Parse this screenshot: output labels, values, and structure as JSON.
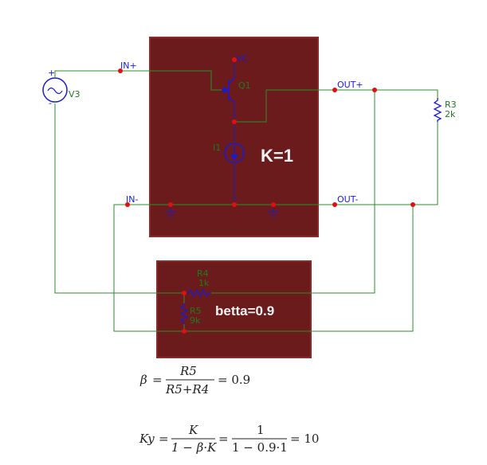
{
  "schematic": {
    "source_name": "V3",
    "source_plus": "+",
    "source_minus": "-",
    "net_in_plus": "IN+",
    "net_in_minus": "IN-",
    "net_out_plus": "OUT+",
    "net_out_minus": "OUT-",
    "net_vc": "VC",
    "transistor_name": "Q1",
    "current_source_name": "I1",
    "load_name": "R3",
    "load_value": "2k",
    "r4_name": "R4",
    "r4_value": "1k",
    "r5_name": "R5",
    "r5_value": "9k",
    "amp_gain_label": "K=1",
    "feedback_label": "betta=0.9"
  },
  "colors": {
    "block_fill": "#6b1b1b",
    "block_border": "#8c2a2a",
    "wire": "#2e8b2e",
    "component": "#1a1ad6",
    "node": "#e01010"
  },
  "formulas": {
    "beta": {
      "lhs": "β",
      "eq": "=",
      "num": "R5",
      "den": "R5+R4",
      "result": "= 0.9"
    },
    "ky": {
      "lhs": "Ky",
      "eq1": "=",
      "num1": "K",
      "den1": "1 − β·K",
      "eq2": "=",
      "num2": "1",
      "den2": "1 − 0.9·1",
      "result": "= 10"
    }
  }
}
